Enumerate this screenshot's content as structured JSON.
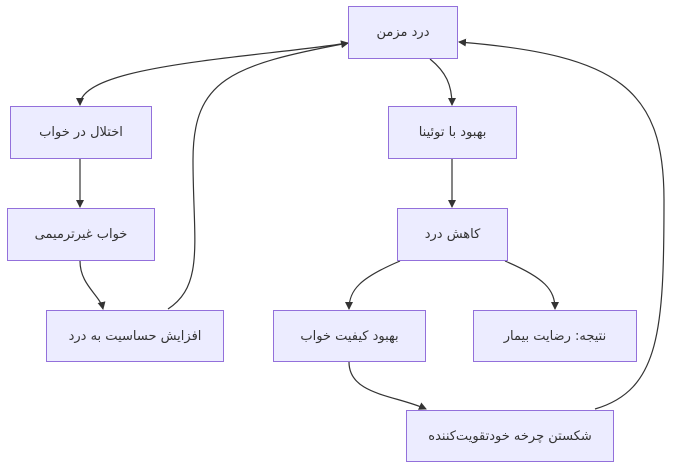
{
  "diagram": {
    "type": "flowchart",
    "nodes": {
      "chronic_pain": "درد مزمن",
      "sleep_disorder": "اختلال در خواب",
      "nonrestorative_sleep": "خواب غیرترمیمی",
      "pain_sensitivity": "افزایش حساسیت به درد",
      "improve_tuina": "بهبود با توئینا",
      "pain_reduction": "کاهش درد",
      "sleep_quality": "بهبود کیفیت خواب",
      "patient_satisfaction": "نتیجه: رضایت بیمار",
      "break_cycle": "شکستن چرخه خودتقویت‌کننده"
    },
    "edges": [
      {
        "from": "chronic_pain",
        "to": "sleep_disorder"
      },
      {
        "from": "sleep_disorder",
        "to": "nonrestorative_sleep"
      },
      {
        "from": "nonrestorative_sleep",
        "to": "pain_sensitivity"
      },
      {
        "from": "pain_sensitivity",
        "to": "chronic_pain"
      },
      {
        "from": "chronic_pain",
        "to": "improve_tuina"
      },
      {
        "from": "improve_tuina",
        "to": "pain_reduction"
      },
      {
        "from": "pain_reduction",
        "to": "sleep_quality"
      },
      {
        "from": "pain_reduction",
        "to": "patient_satisfaction"
      },
      {
        "from": "sleep_quality",
        "to": "break_cycle"
      },
      {
        "from": "break_cycle",
        "to": "chronic_pain"
      }
    ]
  },
  "colors": {
    "node_fill": "#ececff",
    "node_border": "#9370db",
    "edge": "#333333",
    "text": "#333333"
  }
}
